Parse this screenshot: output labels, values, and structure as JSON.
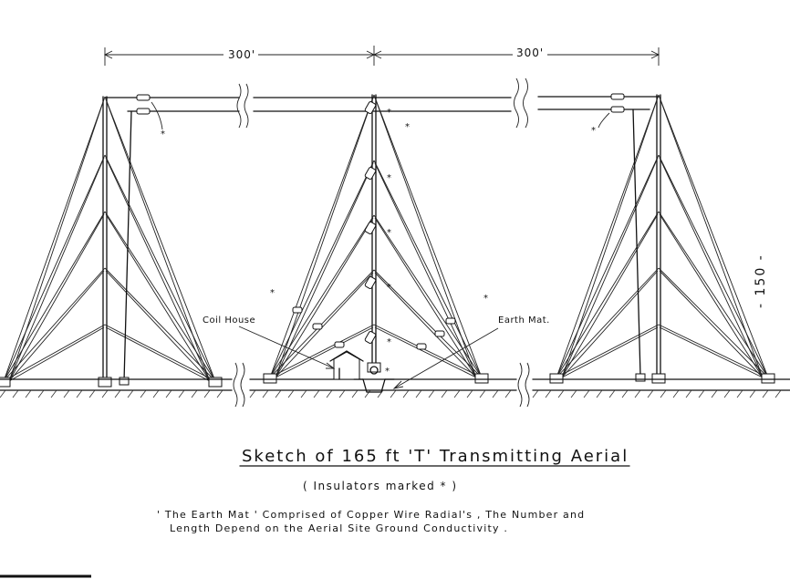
{
  "dimensions": {
    "left_span": "300'",
    "right_span": "300'",
    "mast_height": "- 150 -"
  },
  "labels": {
    "coil_house": "Coil House",
    "earth_mat": "Earth Mat.",
    "insulator_mark": "*"
  },
  "caption": {
    "title": "Sketch of 165 ft 'T' Transmitting Aerial",
    "subtitle": "( Insulators marked * )",
    "note_line1": "' The Earth Mat ' Comprised of Copper Wire Radial's , The Number and",
    "note_line2": "Length Depend on the Aerial Site Ground Conductivity ."
  }
}
